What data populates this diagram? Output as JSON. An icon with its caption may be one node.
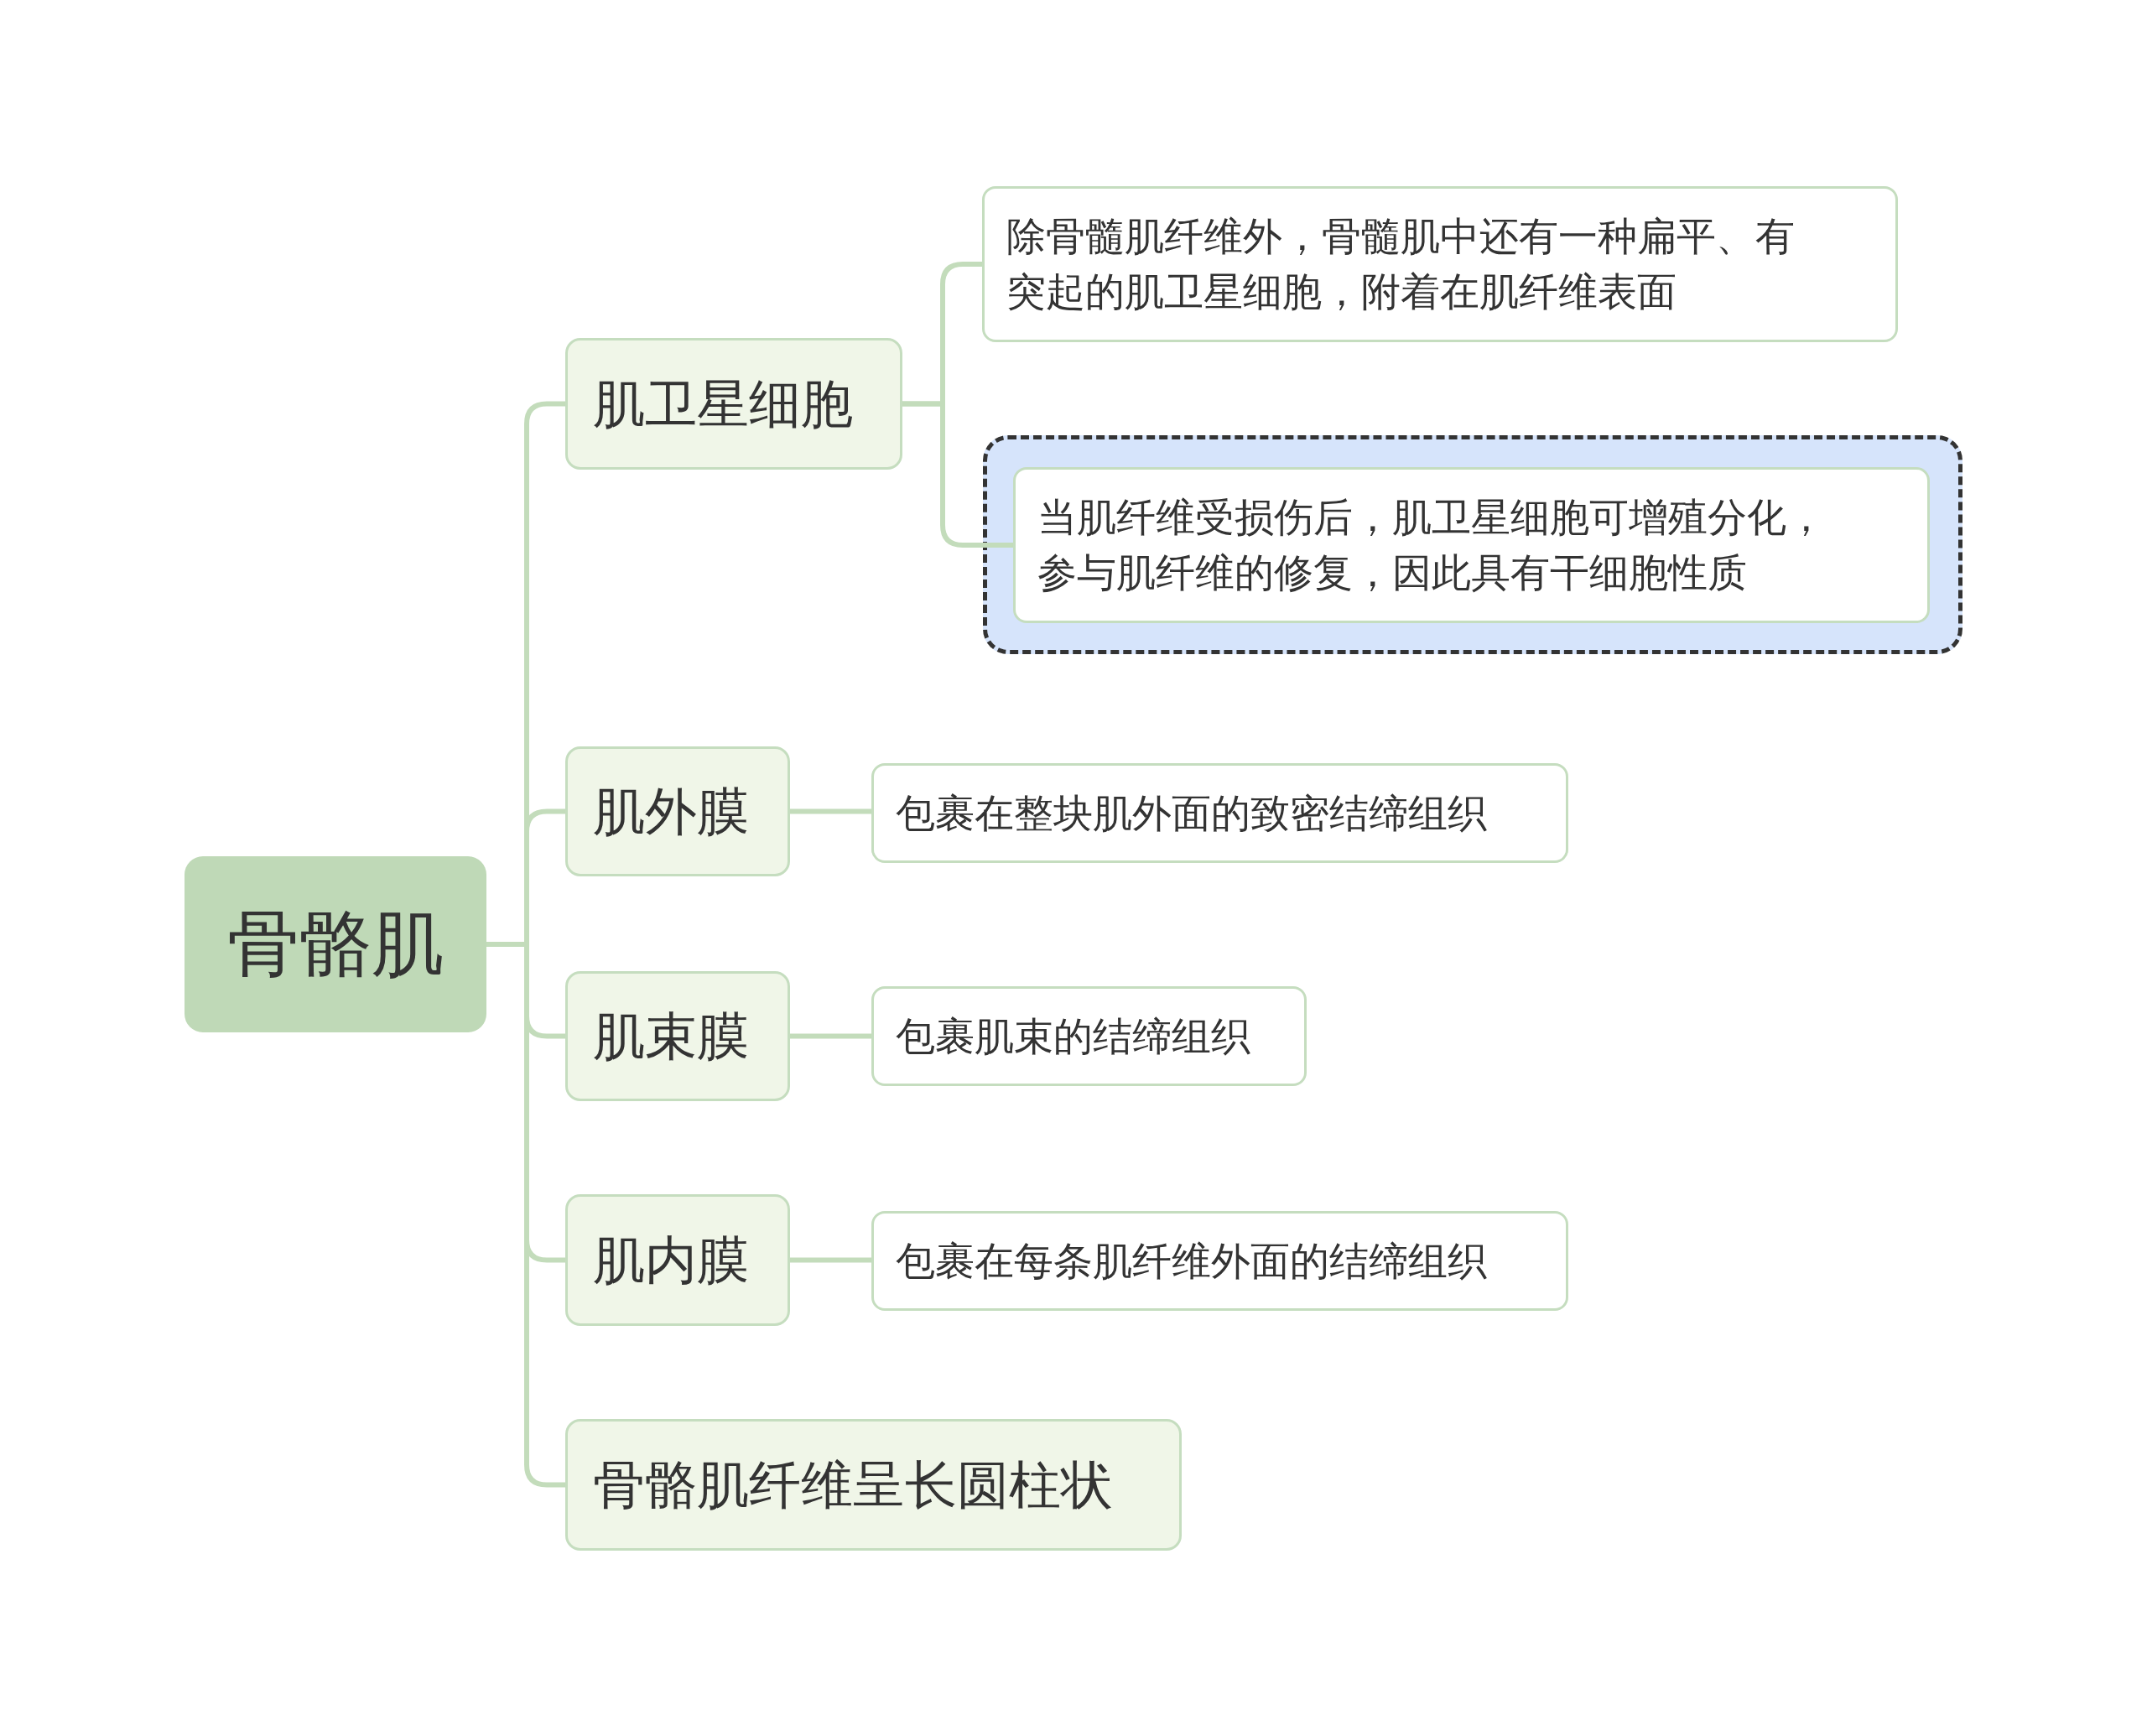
{
  "diagram": {
    "nodes": [
      {
        "text": [
          "骨骼肌"
        ]
      },
      {
        "text": [
          "肌卫星细胞"
        ]
      },
      {
        "text": [
          "除骨髓肌纤维外，骨髓肌中还有一种扁平、有突起的肌卫星细胞，附着在肌纤维表面"
        ]
      },
      {
        "text": [],
        "shape": "box"
      },
      {
        "text": [
          "当肌纤维受损伤后，肌卫星细胞可增殖分化，参与肌纤维的修复，因此具有干细胞性质"
        ],
        "in": 3
      },
      {
        "text": [
          "肌外膜"
        ]
      },
      {
        "text": [
          "包裹在整块肌外面的致密结缔组织"
        ]
      },
      {
        "text": [
          "肌束膜"
        ]
      },
      {
        "text": [
          "包裹肌束的结缔组织"
        ]
      },
      {
        "text": [
          "肌内膜"
        ]
      },
      {
        "text": [
          "包裹在每条肌纤维外面的结缔组织"
        ]
      },
      {
        "text": [
          "骨骼肌纤维呈长圆柱状"
        ]
      }
    ],
    "edges": [
      {
        "from": 0,
        "to": 1,
        "arrow": "none"
      },
      {
        "from": 0,
        "to": 5,
        "arrow": "none"
      },
      {
        "from": 0,
        "to": 7,
        "arrow": "none"
      },
      {
        "from": 0,
        "to": 9,
        "arrow": "none"
      },
      {
        "from": 0,
        "to": 11,
        "arrow": "none"
      },
      {
        "from": 1,
        "to": 2,
        "arrow": "none"
      },
      {
        "from": 1,
        "to": 4,
        "arrow": "none"
      },
      {
        "from": 5,
        "to": 6,
        "arrow": "none"
      },
      {
        "from": 7,
        "to": 8,
        "arrow": "none"
      },
      {
        "from": 9,
        "to": 10,
        "arrow": "none"
      }
    ]
  }
}
